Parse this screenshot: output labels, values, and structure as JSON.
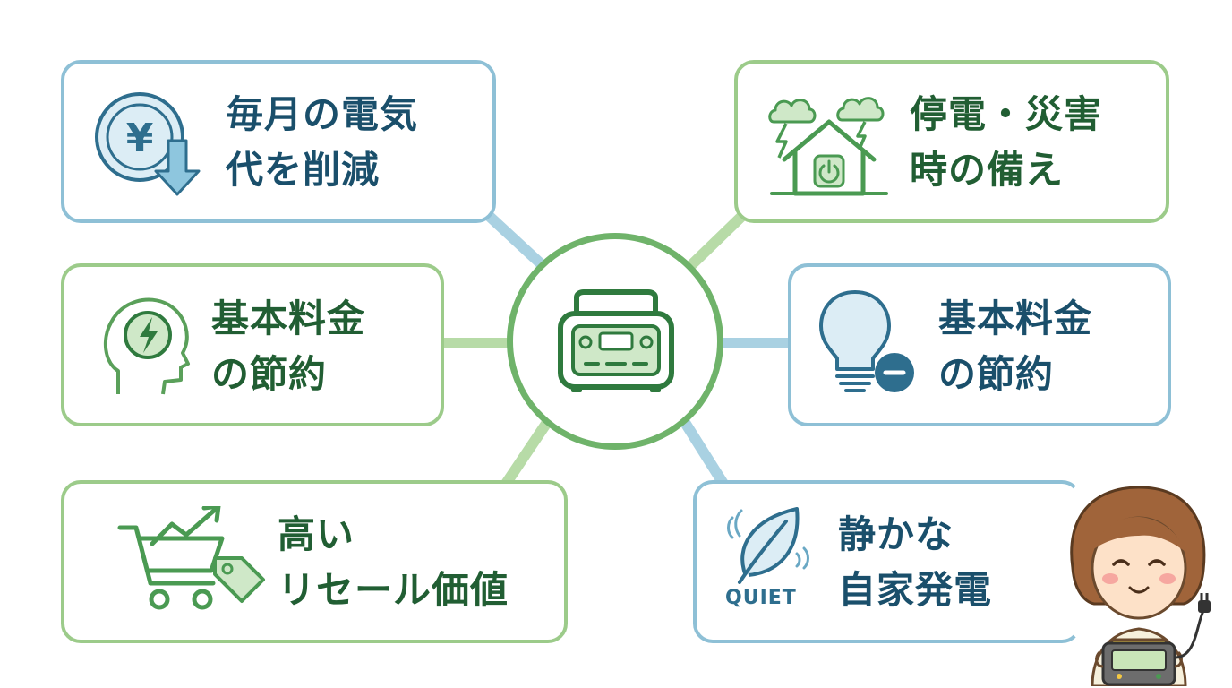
{
  "center": {
    "icon": "portable-power-station-icon"
  },
  "items": [
    {
      "id": "electricity-bill",
      "lines": [
        "毎月の電気",
        "代を削減"
      ],
      "icon": "yen-coin-down-arrow-icon",
      "color": "#1a4f6b"
    },
    {
      "id": "basic-fee-left",
      "lines": [
        "基本料金",
        "の節約"
      ],
      "icon": "head-lightning-icon",
      "color": "#215e33"
    },
    {
      "id": "resale-value",
      "lines": [
        "高い",
        "リセール価値"
      ],
      "icon": "cart-rising-chart-tag-icon",
      "color": "#215e33"
    },
    {
      "id": "disaster-prep",
      "lines": [
        "停電・災害",
        "時の備え"
      ],
      "icon": "house-storm-power-icon",
      "color": "#215e33"
    },
    {
      "id": "basic-fee-right",
      "lines": [
        "基本料金",
        "の節約"
      ],
      "icon": "lightbulb-minus-icon",
      "color": "#1a4f6b"
    },
    {
      "id": "quiet-power",
      "lines": [
        "静かな",
        "自家発電"
      ],
      "icon": "leaf-sound-waves-icon",
      "color": "#1a4f6b",
      "badge": "QUIET"
    }
  ],
  "colors": {
    "blue": "#8ec0d6",
    "green": "#9ccb8a",
    "hub": "#6fb36a",
    "dark_green": "#215e33",
    "dark_blue": "#1a4f6b"
  },
  "character": {
    "icon": "woman-holding-power-station-icon"
  }
}
